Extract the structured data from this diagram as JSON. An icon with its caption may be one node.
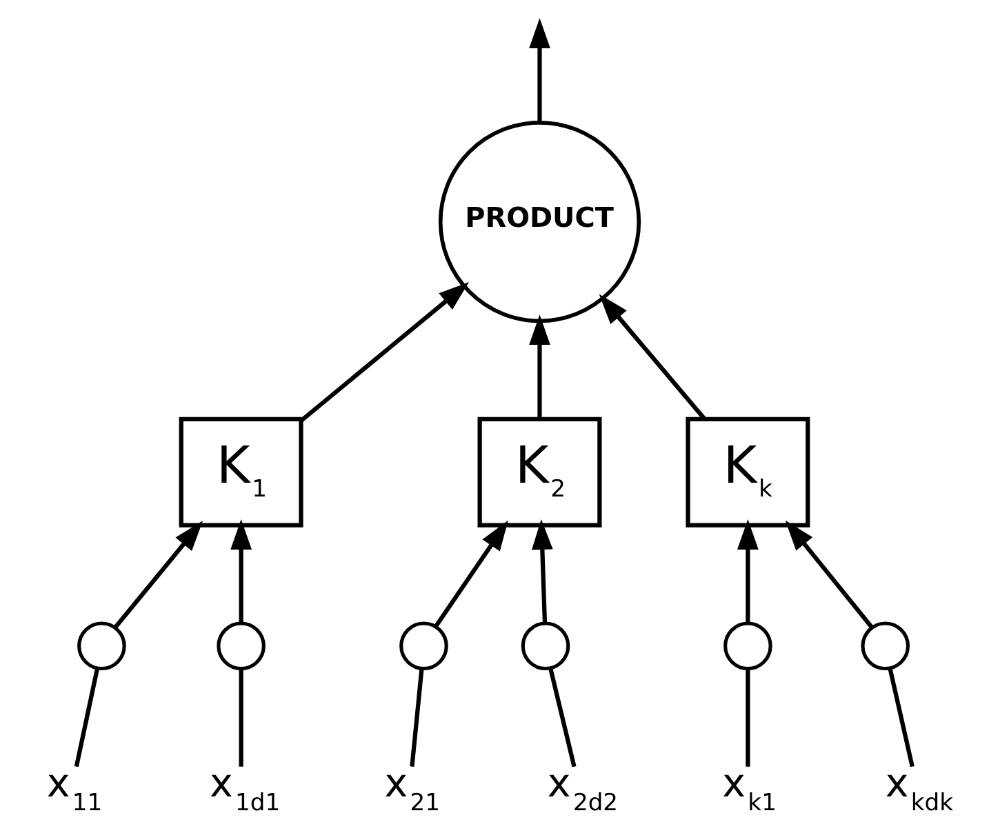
{
  "diagram": {
    "nodes": [
      {
        "text": [
          "PRODUCT"
        ]
      },
      {
        "text": [
          "K$_{1}$"
        ]
      },
      {
        "text": [
          "K$_{2}$"
        ]
      },
      {
        "text": [
          "K$_{k}$"
        ]
      },
      {
        "text": [],
        "shape": "circle"
      },
      {
        "text": [],
        "shape": "circle"
      },
      {
        "text": [],
        "shape": "circle"
      },
      {
        "text": [],
        "shape": "circle"
      },
      {
        "text": [],
        "shape": "circle"
      },
      {
        "text": [],
        "shape": "circle"
      },
      {
        "text": [
          "x$_{11}$"
        ]
      },
      {
        "text": [
          "x$_{1d1}$"
        ]
      },
      {
        "text": [
          "x$_{21}$"
        ]
      },
      {
        "text": [
          "x$_{2d2}$"
        ]
      },
      {
        "text": [
          "x$_{k1}$"
        ]
      },
      {
        "text": [
          "x$_{kdk}$"
        ]
      }
    ],
    "edges": [
      {
        "from": 0,
        "to": null,
        "arrow": "to"
      },
      {
        "from": 1,
        "to": 0,
        "arrow": "to"
      },
      {
        "from": 2,
        "to": 0,
        "arrow": "to"
      },
      {
        "from": 3,
        "to": 0,
        "arrow": "to"
      },
      {
        "from": 4,
        "to": 1,
        "arrow": "to"
      },
      {
        "from": 5,
        "to": 1,
        "arrow": "to"
      },
      {
        "from": 6,
        "to": 2,
        "arrow": "to"
      },
      {
        "from": 7,
        "to": 2,
        "arrow": "to"
      },
      {
        "from": 8,
        "to": 3,
        "arrow": "to"
      },
      {
        "from": 9,
        "to": 3,
        "arrow": "to"
      },
      {
        "from": 10,
        "to": 4,
        "arrow": "none"
      },
      {
        "from": 11,
        "to": 5,
        "arrow": "none"
      },
      {
        "from": 12,
        "to": 6,
        "arrow": "none"
      },
      {
        "from": 13,
        "to": 7,
        "arrow": "none"
      },
      {
        "from": 14,
        "to": 8,
        "arrow": "none"
      },
      {
        "from": 15,
        "to": 9,
        "arrow": "none"
      }
    ]
  }
}
